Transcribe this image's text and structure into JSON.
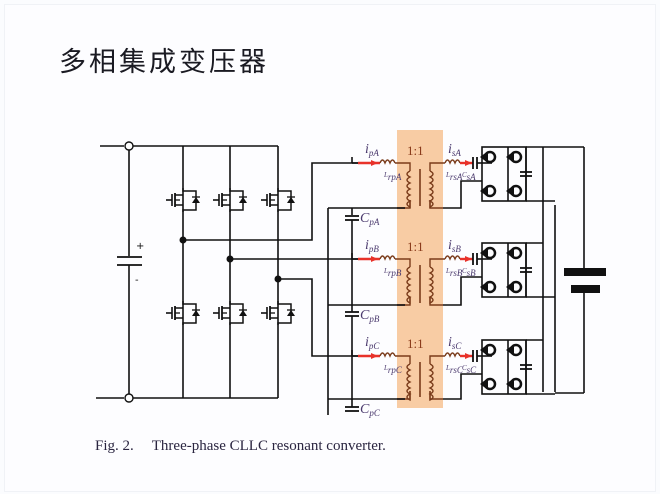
{
  "slide": {
    "title": "多相集成变压器"
  },
  "figure": {
    "caption_number": "Fig. 2.",
    "caption_text": "Three-phase CLLC resonant converter.",
    "highlight_color": "#f7c79a",
    "wire_color": "#111111",
    "winding_color": "#7a3b1a",
    "current_marker_color": "#e8322a",
    "dc_source": {
      "plus_label": "+",
      "minus_label": "-"
    },
    "phases": [
      {
        "id": "A",
        "primary_current": "i",
        "primary_current_sub": "pA",
        "primary_inductor": "L",
        "primary_inductor_sub": "rpA",
        "primary_cap": "C",
        "primary_cap_sub": "pA",
        "ratio": "1:1",
        "secondary_current": "i",
        "secondary_current_sub": "sA",
        "secondary_inductor": "L",
        "secondary_inductor_sub": "rsA",
        "secondary_cap": "C",
        "secondary_cap_sub": "sA"
      },
      {
        "id": "B",
        "primary_current": "i",
        "primary_current_sub": "pB",
        "primary_inductor": "L",
        "primary_inductor_sub": "rpB",
        "primary_cap": "C",
        "primary_cap_sub": "pB",
        "ratio": "1:1",
        "secondary_current": "i",
        "secondary_current_sub": "sB",
        "secondary_inductor": "L",
        "secondary_inductor_sub": "rsB",
        "secondary_cap": "C",
        "secondary_cap_sub": "sB"
      },
      {
        "id": "C",
        "primary_current": "i",
        "primary_current_sub": "pC",
        "primary_inductor": "L",
        "primary_inductor_sub": "rpC",
        "primary_cap": "C",
        "primary_cap_sub": "pC",
        "ratio": "1:1",
        "secondary_current": "i",
        "secondary_current_sub": "sC",
        "secondary_inductor": "L",
        "secondary_inductor_sub": "rsC",
        "secondary_cap": "C",
        "secondary_cap_sub": "sC"
      }
    ]
  }
}
